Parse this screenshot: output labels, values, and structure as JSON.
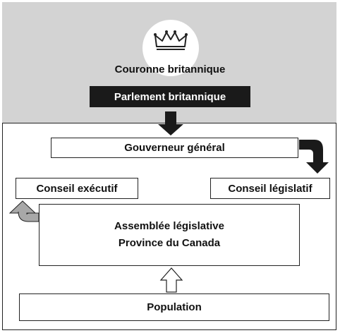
{
  "crown": {
    "label": "Couronne britannique",
    "icon": "crown-icon"
  },
  "parliament": {
    "label": "Parlement britannique"
  },
  "governor": {
    "label": "Gouverneur général"
  },
  "executive_council": {
    "label": "Conseil exécutif"
  },
  "legislative_council": {
    "label": "Conseil législatif"
  },
  "assembly": {
    "line1": "Assemblée législative",
    "line2": "Province du Canada"
  },
  "population": {
    "label": "Population"
  },
  "colors": {
    "band": "#d3d3d3",
    "dark": "#1a1a1a",
    "grey_arrow": "#a8a8a8"
  }
}
